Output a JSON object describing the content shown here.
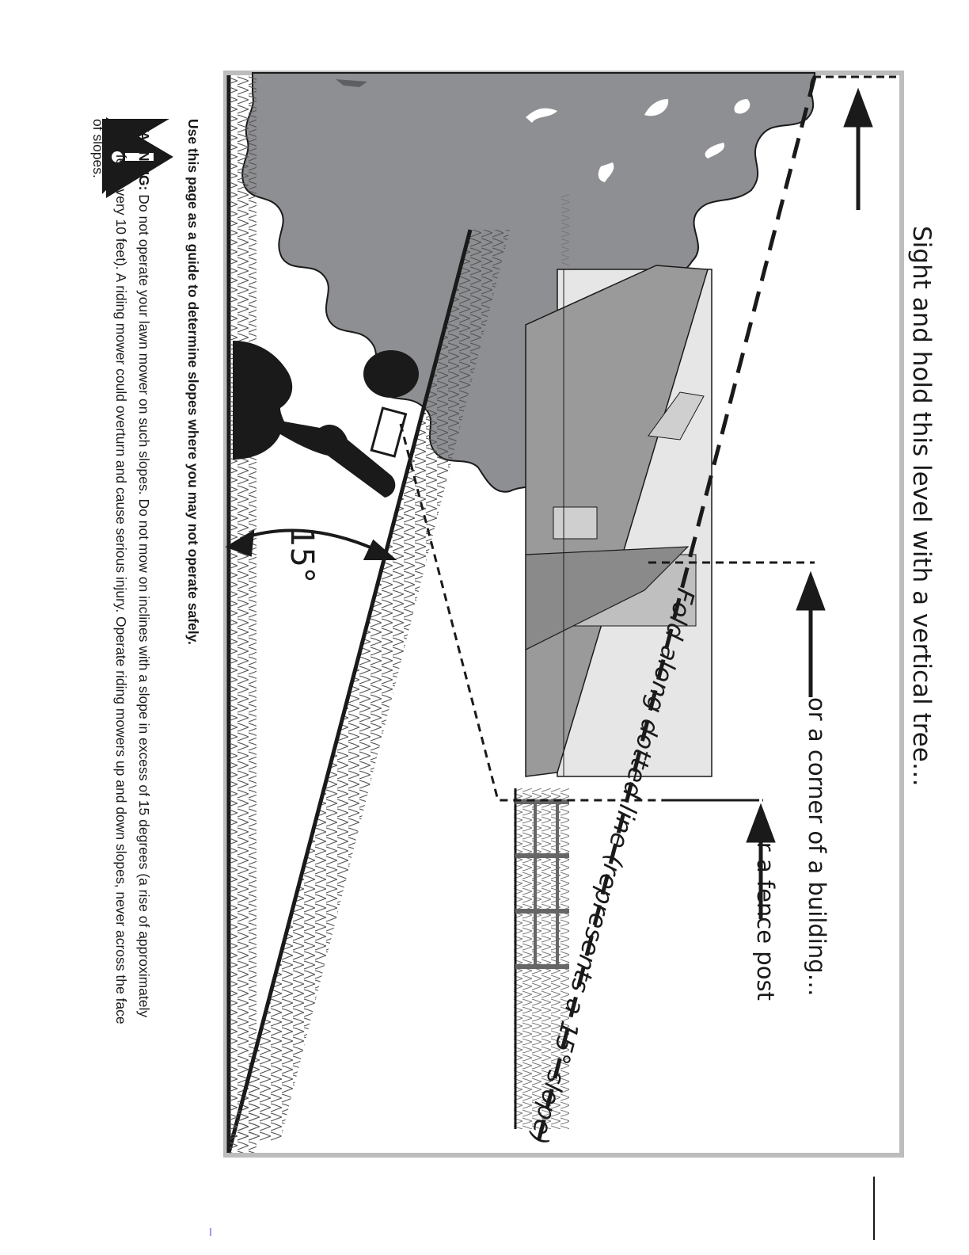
{
  "diagram": {
    "label_tree": "Sight and hold this level with a vertical tree…",
    "label_building": "or a corner of a building…",
    "label_fence": "or a fence post",
    "label_fold": "Fold along dotted line (represents a 15° slope)",
    "angle_label": "15°"
  },
  "text": {
    "guide": "Use this page as a guide to determine slopes where you may not operate safely.",
    "warning_heading": "WARNING:",
    "warning_body": " Do not operate your lawn mower on such slopes. Do not mow on inclines with a slope in excess of 15 degrees (a rise of approximately 2-1/2 feet every 10 feet).  A riding mower could overturn and cause serious injury. Operate riding mowers up and down slopes, never across the face of slopes."
  },
  "icons": {
    "warning": "warning-triangle-icon"
  },
  "colors": {
    "ink": "#1a1a1a",
    "tree": "#8e8f93",
    "roof_dark": "#9a9a9a",
    "wall_light": "#e6e6e6",
    "frame": "#bdbdbd"
  }
}
